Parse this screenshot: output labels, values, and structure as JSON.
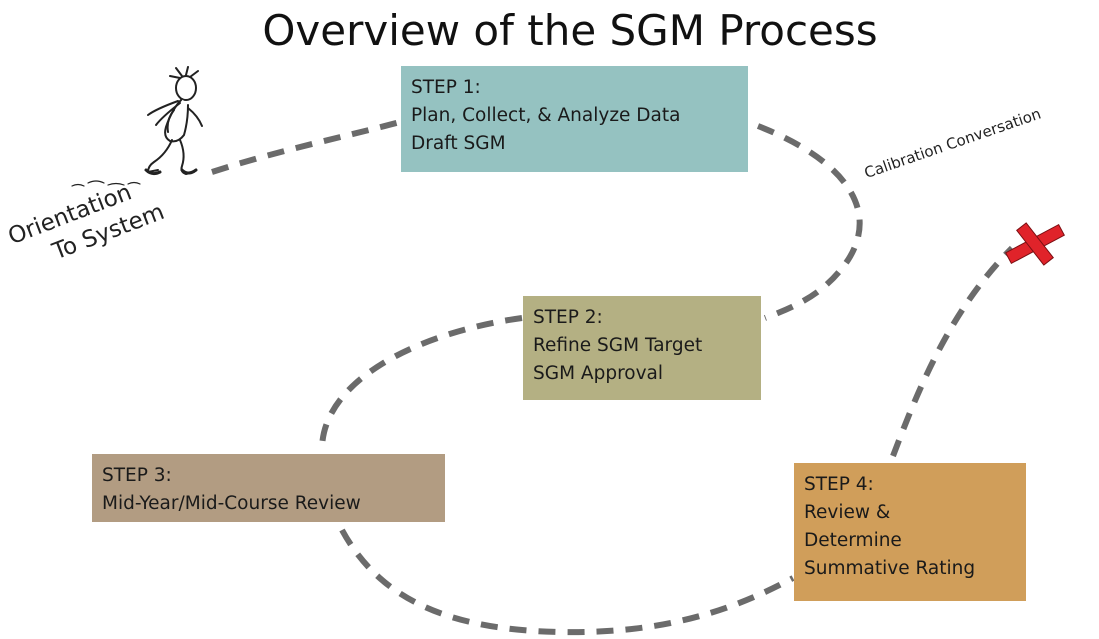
{
  "title": "Overview of the SGM Process",
  "steps": [
    {
      "heading": "STEP 1:",
      "lines": [
        "Plan, Collect, & Analyze Data",
        "Draft SGM"
      ],
      "color": "#95c2c1"
    },
    {
      "heading": "STEP 2:",
      "lines": [
        "Refine SGM Target",
        "SGM Approval"
      ],
      "color": "#b4b083"
    },
    {
      "heading": "STEP 3:",
      "lines": [
        "Mid-Year/Mid-Course Review"
      ],
      "color": "#b29c82"
    },
    {
      "heading": "STEP 4:",
      "lines": [
        "Review &",
        "Determine",
        "Summative Rating"
      ],
      "color": "#d09e5a"
    }
  ],
  "labels": {
    "orientation": [
      "Orientation",
      "To System"
    ],
    "calibration": "Calibration Conversation"
  },
  "path_color": "#6b6b6b",
  "finish_marker_color": "#e0232a"
}
